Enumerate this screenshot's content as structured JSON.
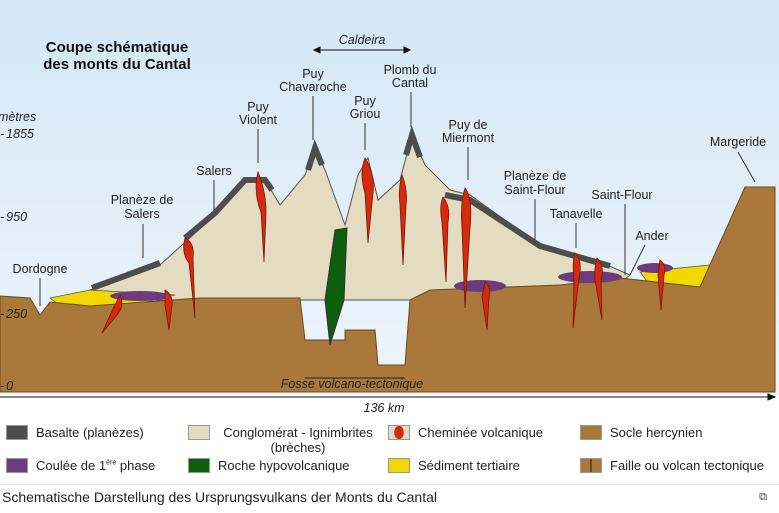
{
  "title_line1": "Coupe schématique",
  "title_line2": "des monts du Cantal",
  "axis": {
    "unit": "mètres",
    "ticks": [
      "1855",
      "950",
      "250",
      "0"
    ]
  },
  "caldeira": "Caldeira",
  "fosse": "Fosse volcano-tectonique",
  "distance": "136 km",
  "places": {
    "dordogne": "Dordogne",
    "planeze_salers_1": "Planèze de",
    "planeze_salers_2": "Salers",
    "salers": "Salers",
    "puy_violent_1": "Puy",
    "puy_violent_2": "Violent",
    "chavaroche_1": "Puy",
    "chavaroche_2": "Chavaroche",
    "griou_1": "Puy",
    "griou_2": "Griou",
    "plomb_1": "Plomb du",
    "plomb_2": "Cantal",
    "miermont_1": "Puy de",
    "miermont_2": "Miermont",
    "planeze_sf_1": "Planèze de",
    "planeze_sf_2": "Saint-Flour",
    "tanavelle": "Tanavelle",
    "saint_flour": "Saint-Flour",
    "ander": "Ander",
    "margeride": "Margeride"
  },
  "legend": [
    {
      "label": "Basalte (planèzes)",
      "color": "#4d4d4d"
    },
    {
      "label": "Conglomérat - Ignimbrites (brèches)",
      "color": "#e3dcc0"
    },
    {
      "label": "Cheminée volcanique",
      "color": "#d42a0e"
    },
    {
      "label": "Socle hercynien",
      "color": "#a9783a"
    },
    {
      "label": "Coulée de 1",
      "sup": "ère",
      "label2": " phase",
      "color": "#6b3b7d"
    },
    {
      "label": "Roche hypovolcanique",
      "color": "#0d5e0d"
    },
    {
      "label": "Sédiment tertiaire",
      "color": "#f0d800"
    },
    {
      "label": "Faille ou volcan tectonique",
      "color": "#a9783a"
    }
  ],
  "caption": "Schematische Darstellung des Ursprungsvulkans der Monts du Cantal",
  "enlarge_icon": "enlarge-icon"
}
